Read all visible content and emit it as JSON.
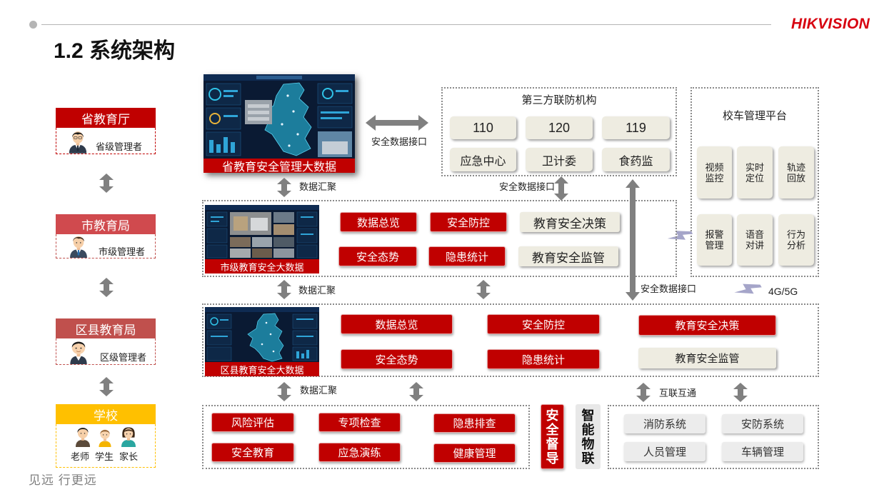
{
  "header": {
    "title": "1.2 系统架构",
    "brand": "HIKVISION"
  },
  "footer": {
    "slogan": "见远 行更远"
  },
  "colors": {
    "brand_red": "#c00000",
    "city_red": "#d04a4e",
    "district_red": "#c0504d",
    "school_yellow": "#ffc000",
    "beige": "#eeece1",
    "gray_button": "#ececec",
    "border_gray": "#8a8a8a",
    "signal_lavender": "#a5a5c9"
  },
  "levels": {
    "province": {
      "label": "省教育厅",
      "role": "省级管理者"
    },
    "city": {
      "label": "市教育局",
      "role": "市级管理者"
    },
    "district": {
      "label": "区县教育局",
      "role": "区级管理者"
    },
    "school": {
      "label": "学校",
      "roles": [
        "老师",
        "学生",
        "家长"
      ]
    }
  },
  "connectors": {
    "data_interface": "安全数据接口",
    "data_aggregation": "数据汇聚",
    "interconnection": "互联互通",
    "network": "4G/5G"
  },
  "province_platform": {
    "caption": "省教育安全管理大数据"
  },
  "third_party": {
    "title": "第三方联防机构",
    "items": [
      "110",
      "120",
      "119",
      "应急中心",
      "卫计委",
      "食药监"
    ]
  },
  "school_bus": {
    "title": "校车管理平台",
    "items": [
      "视频监控",
      "实时定位",
      "轨迹回放",
      "报警管理",
      "语音对讲",
      "行为分析"
    ]
  },
  "city_platform": {
    "caption": "市级教育安全大数据",
    "modules": [
      "数据总览",
      "安全防控",
      "教育安全决策",
      "安全态势",
      "隐患统计",
      "教育安全监管"
    ]
  },
  "district_platform": {
    "caption": "区县教育安全大数据",
    "modules": [
      "数据总览",
      "安全防控",
      "教育安全决策",
      "安全态势",
      "隐患统计",
      "教育安全监管"
    ]
  },
  "school_functions": {
    "items": [
      "风险评估",
      "专项检查",
      "隐患排查",
      "安全教育",
      "应急演练",
      "健康管理"
    ]
  },
  "supervision": {
    "label": "安全督导"
  },
  "iot": {
    "label": "智能物联",
    "items": [
      "消防系统",
      "安防系统",
      "人员管理",
      "车辆管理"
    ]
  }
}
